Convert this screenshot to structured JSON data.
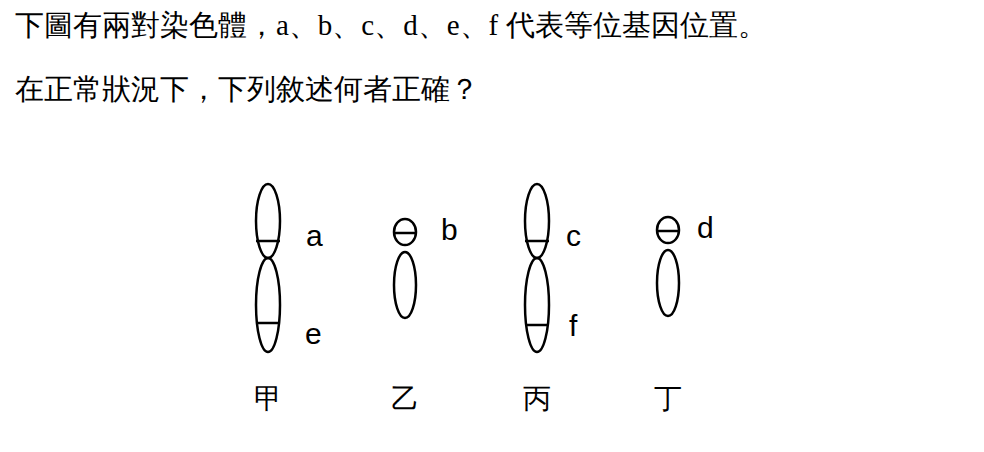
{
  "diagram": {
    "labels": [
      "下圖有兩對染色體，a、b、c、d、e、f 代表等位基因位置。",
      "在正常狀況下，下列敘述何者正確？",
      "a",
      "e",
      "b",
      "c",
      "f",
      "d",
      "甲",
      "乙",
      "丙",
      "丁"
    ]
  }
}
